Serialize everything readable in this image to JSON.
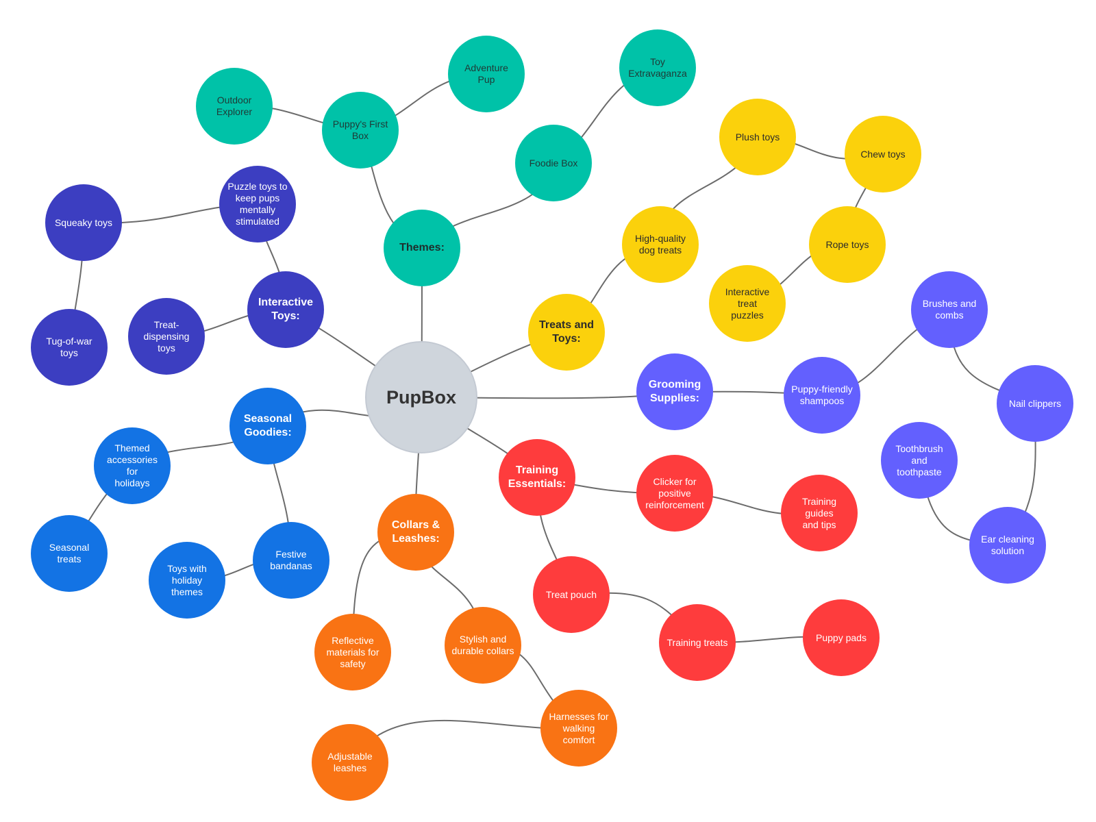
{
  "colors": {
    "edge": "#6b6b6b",
    "root": "#cfd5dc",
    "themes": "#00c2a8",
    "treats": "#fbd10c",
    "grooming": "#6360fe",
    "training": "#fe3c3d",
    "collars": "#f97314",
    "seasonal": "#1373e4",
    "interactive": "#3c3ec1"
  },
  "nodes": [
    {
      "id": "root",
      "label": "PupBox",
      "group": "root"
    },
    {
      "id": "themes",
      "label": "Themes:",
      "group": "themes",
      "branch": true
    },
    {
      "id": "puppys-first",
      "label": "Puppy's First\nBox",
      "group": "themes"
    },
    {
      "id": "outdoor",
      "label": "Outdoor\nExplorer",
      "group": "themes"
    },
    {
      "id": "adventure",
      "label": "Adventure Pup",
      "group": "themes"
    },
    {
      "id": "foodie",
      "label": "Foodie Box",
      "group": "themes"
    },
    {
      "id": "toy-extra",
      "label": "Toy\nExtravaganza",
      "group": "themes"
    },
    {
      "id": "treats",
      "label": "Treats and\nToys:",
      "group": "treats",
      "branch": true
    },
    {
      "id": "hq-treats",
      "label": "High-quality\ndog treats",
      "group": "treats"
    },
    {
      "id": "plush",
      "label": "Plush toys",
      "group": "treats"
    },
    {
      "id": "chew",
      "label": "Chew toys",
      "group": "treats"
    },
    {
      "id": "rope",
      "label": "Rope toys",
      "group": "treats"
    },
    {
      "id": "puzzles",
      "label": "Interactive treat\npuzzles",
      "group": "treats"
    },
    {
      "id": "grooming",
      "label": "Grooming\nSupplies:",
      "group": "grooming",
      "branch": true
    },
    {
      "id": "shampoos",
      "label": "Puppy-friendly\nshampoos",
      "group": "grooming"
    },
    {
      "id": "brushes",
      "label": "Brushes and\ncombs",
      "group": "grooming"
    },
    {
      "id": "nail",
      "label": "Nail clippers",
      "group": "grooming"
    },
    {
      "id": "ear",
      "label": "Ear cleaning\nsolution",
      "group": "grooming"
    },
    {
      "id": "toothbrush",
      "label": "Toothbrush and\ntoothpaste",
      "group": "grooming"
    },
    {
      "id": "training",
      "label": "Training\nEssentials:",
      "group": "training",
      "branch": true
    },
    {
      "id": "clicker",
      "label": "Clicker for\npositive\nreinforcement",
      "group": "training"
    },
    {
      "id": "guides",
      "label": "Training guides\nand tips",
      "group": "training"
    },
    {
      "id": "pouch",
      "label": "Treat pouch",
      "group": "training"
    },
    {
      "id": "training-treats",
      "label": "Training treats",
      "group": "training"
    },
    {
      "id": "pads",
      "label": "Puppy pads",
      "group": "training"
    },
    {
      "id": "collars",
      "label": "Collars &\nLeashes:",
      "group": "collars",
      "branch": true
    },
    {
      "id": "reflective",
      "label": "Reflective\nmaterials for\nsafety",
      "group": "collars"
    },
    {
      "id": "stylish",
      "label": "Stylish and\ndurable collars",
      "group": "collars"
    },
    {
      "id": "harnesses",
      "label": "Harnesses for\nwalking\ncomfort",
      "group": "collars"
    },
    {
      "id": "leashes",
      "label": "Adjustable\nleashes",
      "group": "collars"
    },
    {
      "id": "seasonal",
      "label": "Seasonal\nGoodies:",
      "group": "seasonal",
      "branch": true
    },
    {
      "id": "themed-acc",
      "label": "Themed\naccessories for\nholidays",
      "group": "seasonal"
    },
    {
      "id": "seasonal-treats",
      "label": "Seasonal treats",
      "group": "seasonal"
    },
    {
      "id": "bandanas",
      "label": "Festive\nbandanas",
      "group": "seasonal"
    },
    {
      "id": "holiday-toys",
      "label": "Toys with\nholiday themes",
      "group": "seasonal"
    },
    {
      "id": "interactive",
      "label": "Interactive\nToys:",
      "group": "interactive",
      "branch": true
    },
    {
      "id": "puzzle-toys",
      "label": "Puzzle toys to\nkeep pups\nmentally\nstimulated",
      "group": "interactive"
    },
    {
      "id": "squeaky",
      "label": "Squeaky toys",
      "group": "interactive"
    },
    {
      "id": "tug",
      "label": "Tug-of-war toys",
      "group": "interactive"
    },
    {
      "id": "treat-disp",
      "label": "Treat-dispensing\ntoys",
      "group": "interactive"
    }
  ]
}
